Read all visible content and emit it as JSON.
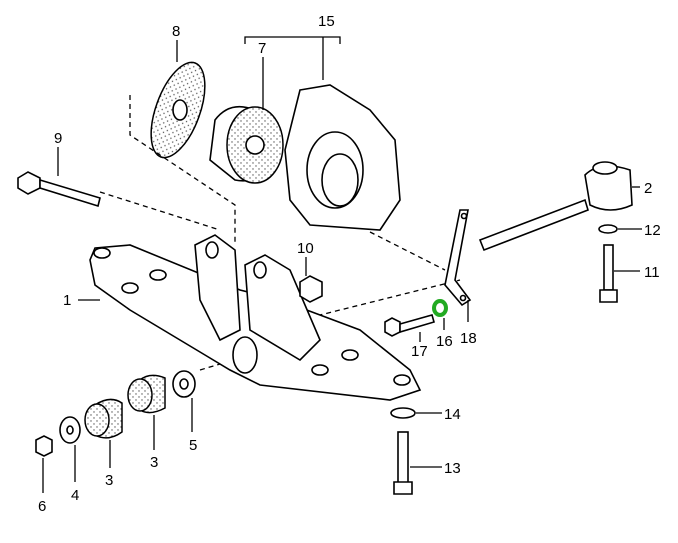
{
  "diagram": {
    "labels": {
      "l1": "1",
      "l2": "2",
      "l3a": "3",
      "l3b": "3",
      "l4": "4",
      "l5": "5",
      "l6": "6",
      "l7": "7",
      "l8": "8",
      "l9": "9",
      "l10": "10",
      "l11": "11",
      "l12": "12",
      "l13": "13",
      "l14": "14",
      "l15": "15",
      "l16": "16",
      "l17": "17",
      "l18": "18"
    },
    "highlight_color": "#22aa22"
  }
}
